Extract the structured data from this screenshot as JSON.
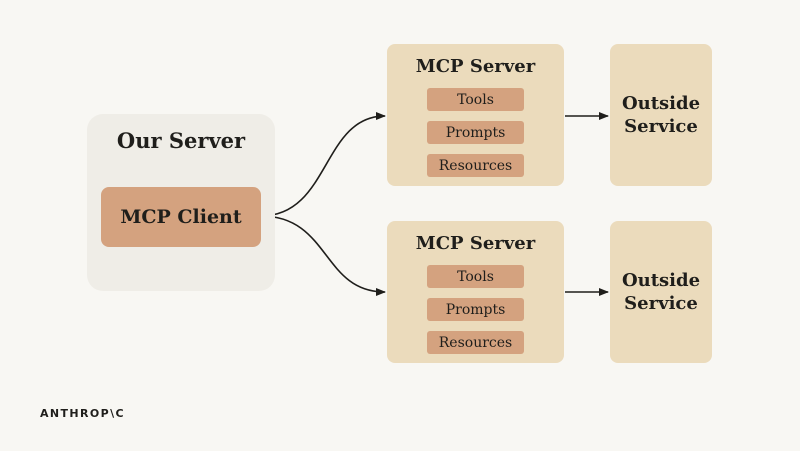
{
  "our_server": {
    "title": "Our Server",
    "client_label": "MCP Client"
  },
  "mcp_servers": [
    {
      "title": "MCP Server",
      "items": [
        "Tools",
        "Prompts",
        "Resources"
      ]
    },
    {
      "title": "MCP Server",
      "items": [
        "Tools",
        "Prompts",
        "Resources"
      ]
    }
  ],
  "outside_services": [
    {
      "label": "Outside\nService"
    },
    {
      "label": "Outside\nService"
    }
  ],
  "brand": {
    "logo_text": "ANTHROP\\C"
  },
  "colors": {
    "background": "#f8f7f3",
    "our_server_fill": "#efede7",
    "client_fill": "#d4a27f",
    "server_fill": "#ebdbbc",
    "pill_fill": "#d4a27f",
    "line": "#1f1e1b"
  }
}
